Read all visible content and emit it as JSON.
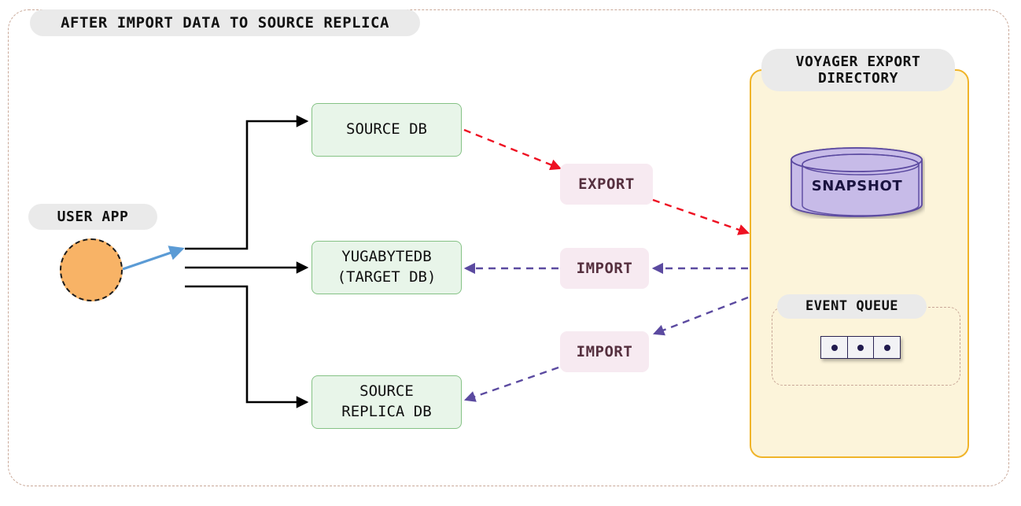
{
  "diagram": {
    "title": "AFTER IMPORT DATA TO SOURCE REPLICA",
    "colors": {
      "outer_boundary": "#c9a898",
      "export_directory_fill": "#fcf4da",
      "export_directory_border": "#f0b429",
      "db_box_fill": "#e8f5e9",
      "db_box_border": "#85c285",
      "op_label_fill": "#f7eaf1",
      "op_label_text": "#56303f",
      "user_app_fill": "#f8b366",
      "user_app_arrow": "#5b9bd5",
      "export_arrow": "#ee1122",
      "import_arrow": "#5b4aa0",
      "snapshot_fill": "#c7bbe8",
      "snapshot_border": "#5b4aa0",
      "queue_border": "#2a2352",
      "flow_arrow": "#000000"
    }
  },
  "user_app": {
    "label": "USER APP",
    "shape": "circle"
  },
  "databases": [
    {
      "id": "source-db",
      "label": "SOURCE DB"
    },
    {
      "id": "target-db",
      "label": "YUGABYTEDB\n(TARGET DB)"
    },
    {
      "id": "replica-db",
      "label": "SOURCE\nREPLICA DB"
    }
  ],
  "operations": [
    {
      "id": "export",
      "label": "EXPORT"
    },
    {
      "id": "import-target",
      "label": "IMPORT"
    },
    {
      "id": "import-replica",
      "label": "IMPORT"
    }
  ],
  "export_directory": {
    "title_line1": "VOYAGER EXPORT",
    "title_line2": "DIRECTORY",
    "snapshot": {
      "label": "SNAPSHOT"
    },
    "event_queue": {
      "label": "EVENT QUEUE",
      "cells": [
        "event",
        "event",
        "event"
      ]
    }
  },
  "flows": [
    {
      "from": "user-app",
      "to": "fan-out",
      "style": "solid",
      "color": "#5b9bd5"
    },
    {
      "from": "fan-out",
      "to": "source-db",
      "style": "solid",
      "color": "#000000"
    },
    {
      "from": "fan-out",
      "to": "target-db",
      "style": "solid",
      "color": "#000000"
    },
    {
      "from": "fan-out",
      "to": "replica-db",
      "style": "solid",
      "color": "#000000"
    },
    {
      "from": "source-db",
      "to": "export",
      "style": "dashed",
      "color": "#ee1122"
    },
    {
      "from": "export",
      "to": "export-dir",
      "style": "dashed",
      "color": "#ee1122"
    },
    {
      "from": "export-dir",
      "to": "import-target",
      "style": "dashed",
      "color": "#5b4aa0"
    },
    {
      "from": "import-target",
      "to": "target-db",
      "style": "dashed",
      "color": "#5b4aa0"
    },
    {
      "from": "export-dir",
      "to": "import-replica",
      "style": "dashed",
      "color": "#5b4aa0"
    },
    {
      "from": "import-replica",
      "to": "replica-db",
      "style": "dashed",
      "color": "#5b4aa0"
    }
  ]
}
